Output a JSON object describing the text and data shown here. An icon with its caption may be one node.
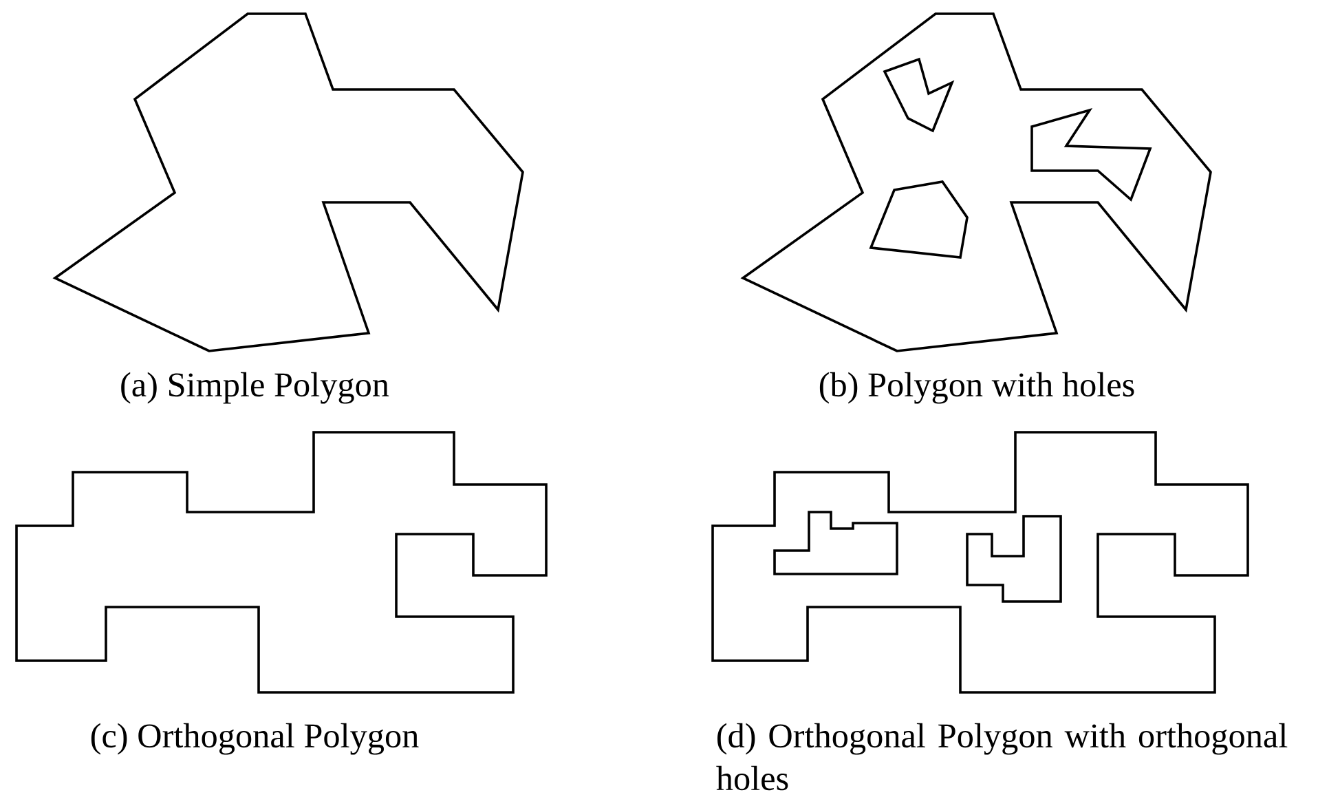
{
  "diagram": {
    "labels": [
      "(a) Simple Polygon",
      "(b) Polygon with holes",
      "(c) Orthogonal Polygon",
      "(d) Orthogonal Polygon with orthogonal holes"
    ]
  }
}
